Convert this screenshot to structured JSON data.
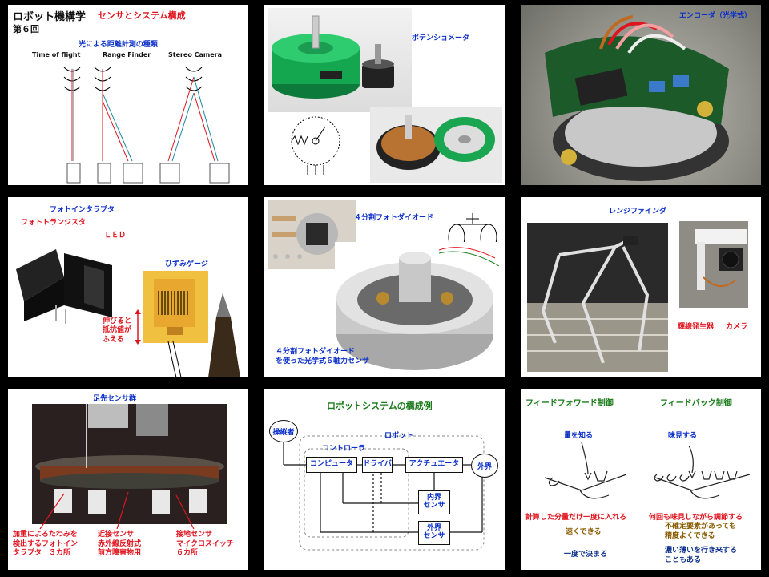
{
  "s1": {
    "title": "ロボット機構学",
    "title_sub": "センサとシステム構成",
    "lecture": "第６回",
    "heading": "光による距離計測の種類",
    "labels": [
      "Time of flight",
      "Range Finder",
      "Stereo Camera"
    ]
  },
  "s2": {
    "label": "ポテンショメータ"
  },
  "s3": {
    "label": "エンコーダ（光学式）"
  },
  "s4": {
    "photointerrupter": "フォトインタラプタ",
    "phototransistor": "フォトトランジスタ",
    "led": "ＬＥＤ",
    "strain": "ひずみゲージ",
    "note_lines": [
      "伸びると",
      "抵抗値が",
      "ふえる"
    ]
  },
  "s5": {
    "photodiode": "４分割フォトダイオード",
    "caption_lines": [
      "４分割フォトダイオード",
      "を使った光学式６軸力センサ"
    ]
  },
  "s6": {
    "title": "レンジファインダ",
    "emitter": "輝線発生器",
    "camera": "カメラ"
  },
  "s7": {
    "title": "足先センサ群",
    "col1": [
      "加重によるたわみを",
      "検出するフォトイン",
      "タラプタ　３カ所"
    ],
    "col2": [
      "近接センサ",
      "赤外線反射式",
      "前方障害物用"
    ],
    "col3": [
      "接地センサ",
      "マイクロスイッチ",
      "６カ所"
    ]
  },
  "s8": {
    "title": "ロボットシステムの構成例",
    "operator": "操縦者",
    "robot": "ロボット",
    "controller": "コントローラ",
    "computer": "コンピュータ",
    "driver": "ドライバ",
    "actuator": "アクチュエータ",
    "outside": "外界",
    "int_sensor": [
      "内界",
      "センサ"
    ],
    "ext_sensor": [
      "外界",
      "センサ"
    ]
  },
  "s9": {
    "ff": "フィードフォワード制御",
    "fb": "フィードバック制御",
    "ff_know": "量を知る",
    "fb_taste": "味見する",
    "ff_line1": "計算した分量だけ一度に入れる",
    "fb_line1": "何回も味見しながら調節する",
    "ff_line2": "速くできる",
    "fb_line2a": "不確定要素があっても",
    "fb_line2b": "精度よくできる",
    "ff_line3": "一度で決まる",
    "fb_line3a": "濃い薄いを行き来する",
    "fb_line3b": "こともある"
  },
  "colors": {
    "blue": "#0a2fc9",
    "red": "#e0141e",
    "green": "#1a7a1a"
  }
}
